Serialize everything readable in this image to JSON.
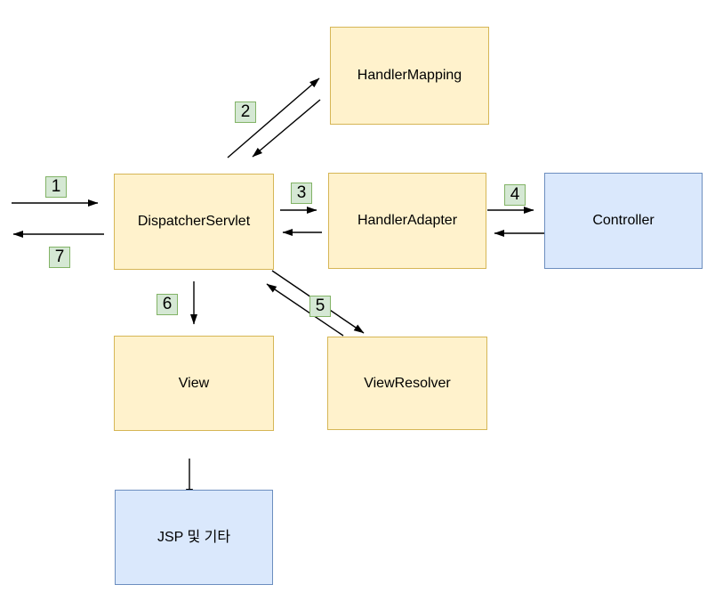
{
  "diagram": {
    "type": "flow-diagram",
    "nodes": {
      "handler_mapping": {
        "label": "HandlerMapping",
        "color": "yellow"
      },
      "dispatcher_servlet": {
        "label": "DispatcherServlet",
        "color": "yellow"
      },
      "handler_adapter": {
        "label": "HandlerAdapter",
        "color": "yellow"
      },
      "controller": {
        "label": "Controller",
        "color": "blue"
      },
      "view": {
        "label": "View",
        "color": "yellow"
      },
      "view_resolver": {
        "label": "ViewResolver",
        "color": "yellow"
      },
      "jsp": {
        "label": "JSP 및 기타",
        "color": "blue"
      }
    },
    "edge_labels": {
      "l1": "1",
      "l2": "2",
      "l3": "3",
      "l4": "4",
      "l5": "5",
      "l6": "6",
      "l7": "7"
    },
    "colors": {
      "box_yellow_fill": "#FFF2CC",
      "box_yellow_border": "#D6B656",
      "box_blue_fill": "#DAE8FC",
      "box_blue_border": "#6C8EBF",
      "label_green_fill": "#D5E8D4",
      "label_green_border": "#82B366",
      "arrow_color": "#000000",
      "text_color": "#000000",
      "bg_color": "#FFFFFF"
    }
  }
}
